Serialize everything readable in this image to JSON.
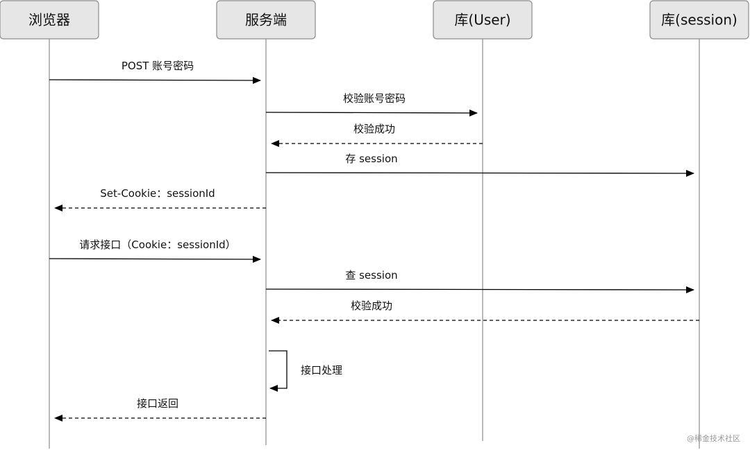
{
  "actors": [
    {
      "id": "browser",
      "label": "浏览器"
    },
    {
      "id": "server",
      "label": "服务端"
    },
    {
      "id": "user_db",
      "label": "库(User)"
    },
    {
      "id": "session_db",
      "label": "库(session)"
    }
  ],
  "messages": [
    {
      "from": "browser",
      "to": "server",
      "label": "POST 账号密码",
      "style": "solid"
    },
    {
      "from": "server",
      "to": "user_db",
      "label": "校验账号密码",
      "style": "solid"
    },
    {
      "from": "user_db",
      "to": "server",
      "label": "校验成功",
      "style": "dashed"
    },
    {
      "from": "server",
      "to": "session_db",
      "label": "存 session",
      "style": "solid"
    },
    {
      "from": "server",
      "to": "browser",
      "label": "Set-Cookie：sessionId",
      "style": "dashed"
    },
    {
      "from": "browser",
      "to": "server",
      "label": "请求接口（Cookie：sessionId）",
      "style": "solid"
    },
    {
      "from": "server",
      "to": "session_db",
      "label": "查 session",
      "style": "solid"
    },
    {
      "from": "session_db",
      "to": "server",
      "label": "校验成功",
      "style": "dashed"
    },
    {
      "from": "server",
      "to": "server",
      "label": "接口处理",
      "style": "solid"
    },
    {
      "from": "server",
      "to": "browser",
      "label": "接口返回",
      "style": "dashed"
    }
  ],
  "watermark": "@稀金技术社区"
}
